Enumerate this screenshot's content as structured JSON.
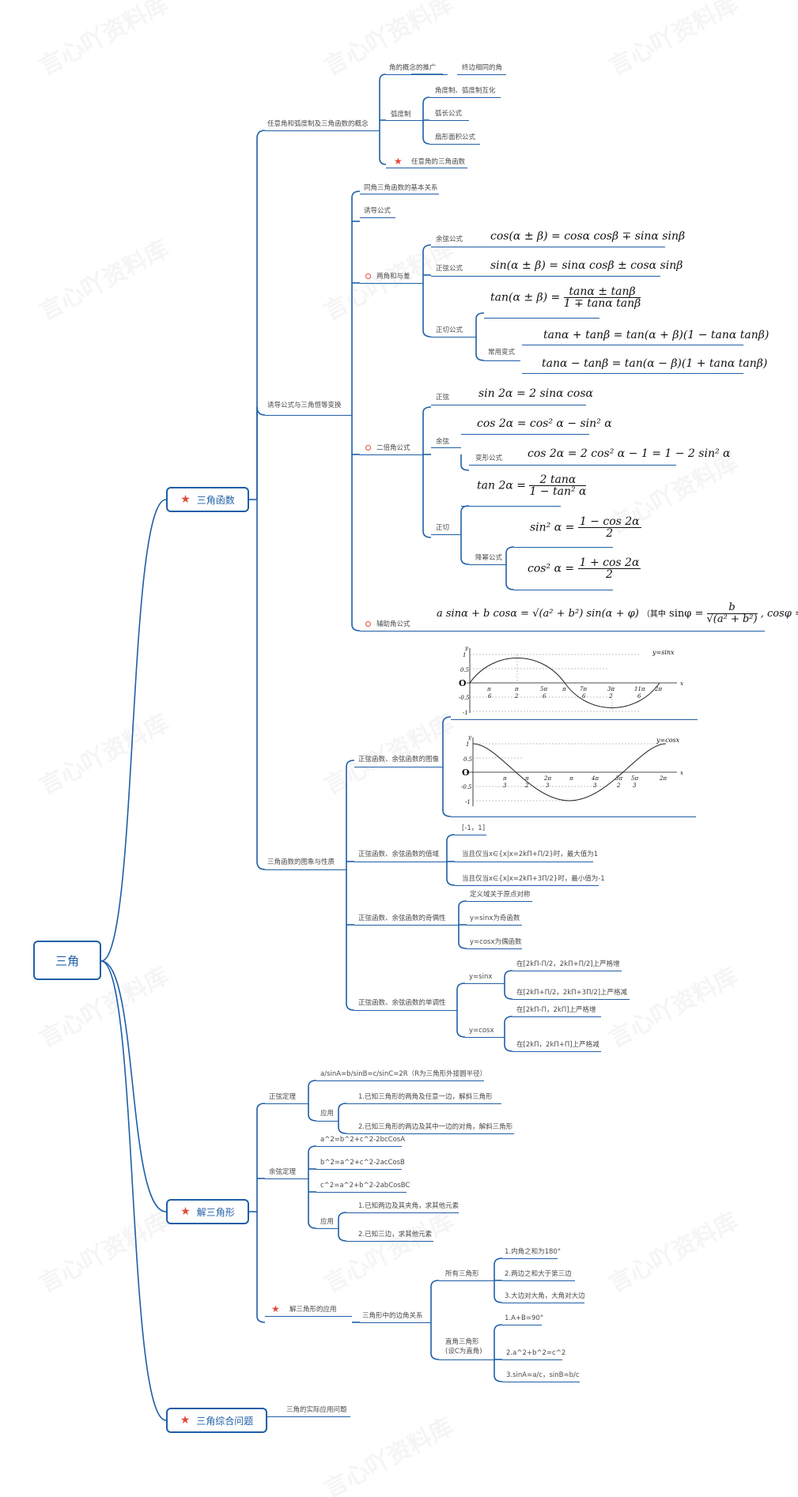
{
  "root": "三角",
  "watermark": "言心吖资料库",
  "branches": {
    "trig": "三角函数",
    "solve": "解三角形",
    "comp": "三角综合问题"
  },
  "concept": {
    "title": "任意角和弧度制及三角函数的概念",
    "angle_ext": "角的概念的推广",
    "coterminal": "终边相同的角",
    "radian": "弧度制",
    "conv": "角度制、弧度制互化",
    "arc": "弧长公式",
    "sector": "扇形面积公式",
    "anytrig": "任意角的三角函数"
  },
  "identity": {
    "title": "诱导公式与三角恒等变换",
    "same_angle": "同角三角函数的基本关系",
    "induction": "诱导公式",
    "sum_diff": "两角和与差",
    "cos_f": "余弦公式",
    "sin_f": "正弦公式",
    "tan_f": "正切公式",
    "common_var": "常用变式",
    "double": "二倍角公式",
    "d_sin": "正弦",
    "d_cos": "余弦",
    "d_var": "变形公式",
    "d_tan": "正切",
    "lower": "降幂公式",
    "aux": "辅助角公式",
    "aux_note_open": "（其中",
    "aux_note_close": "）"
  },
  "graphs": {
    "title": "三角函数的图象与性质",
    "img": "正弦函数、余弦函数的图像",
    "range": "正弦函数、余弦函数的值域",
    "range_v": "[-1，1]",
    "range_max": "当且仅当x∈{x|x=2kΠ+Π/2}时，最大值为1",
    "range_min": "当且仅当x∈{x|x=2kΠ+3Π/2}时，最小值为-1",
    "parity": "正弦函数、余弦函数的奇偶性",
    "par_1": "定义域关于原点对称",
    "par_2": "y=sinx为奇函数",
    "par_3": "y=cosx为偶函数",
    "mono": "正弦函数、余弦函数的单调性",
    "ysin": "y=sinx",
    "ycos": "y=cosx",
    "m1": "在[2kΠ-Π/2，2kΠ+Π/2]上严格增",
    "m2": "在[2kΠ+Π/2，2kΠ+3Π/2]上严格减",
    "m3": "在[2kΠ-Π，2kΠ]上严格增",
    "m4": "在[2kΠ，2kΠ+Π]上严格减",
    "sin_label": "y=sinx",
    "cos_label": "y=cosx"
  },
  "solve": {
    "sine_law": "正弦定理",
    "sine_eq": "a/sinA=b/sinB=c/sinC=2R（R为三角形外接圆半径）",
    "apply": "应用",
    "s1": "1.已知三角形的两角及任意一边，解斜三角形",
    "s2": "2.已知三角形的两边及其中一边的对角，解斜三角形",
    "cos_law": "余弦定理",
    "c1": "a^2=b^2+c^2-2bcCosA",
    "c2": "b^2=a^2+c^2-2acCosB",
    "c3": "c^2=a^2+b^2-2abCosBC",
    "apply2": "应用",
    "c4": "1.已知两边及其夹角，求其他元素",
    "c5": "2.已知三边，求其他元素",
    "app": "解三角形的应用",
    "rel": "三角形中的边角关系",
    "all": "所有三角形",
    "a1": "1.内角之和为180°",
    "a2": "2.两边之和大于第三边",
    "a3": "3.大边对大角，大角对大边",
    "right": "直角三角形",
    "right2": "(设C为直角)",
    "r1": "1.A+B=90°",
    "r2": "2.a^2+b^2=c^2",
    "r3": "3.sinA=a/c，sinB=b/c"
  },
  "comp": {
    "real": "三角的实际应用问题"
  }
}
